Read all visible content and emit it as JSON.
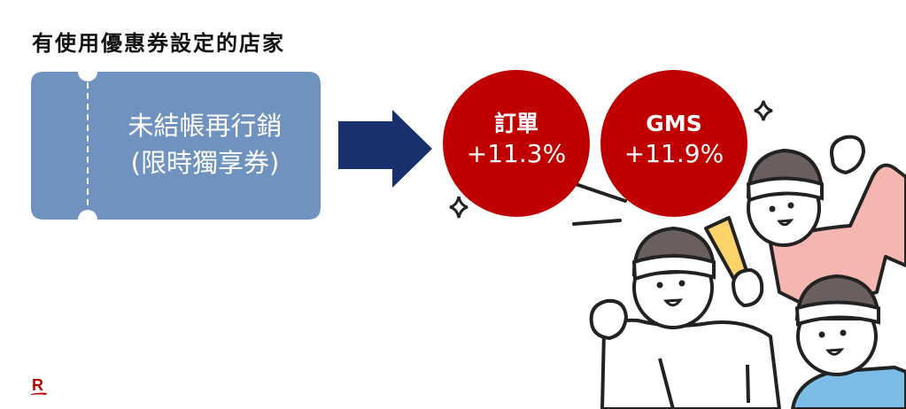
{
  "heading": "有使用優惠券設定的店家",
  "ticket": {
    "line1": "未結帳再行銷",
    "line2": "(限時獨享券)",
    "color": "#6f92bf"
  },
  "arrow": {
    "color": "#1a2f6e"
  },
  "metrics": [
    {
      "label": "訂單",
      "value": "+11.3%"
    },
    {
      "label": "GMS",
      "value": "+11.9%"
    }
  ],
  "colors": {
    "accent_red": "#c00000",
    "pink": "#f5b5b0",
    "blue": "#7bbde6",
    "yellow": "#fed36a",
    "hair": "#6a5f5e"
  },
  "logo": {
    "letter": "R"
  }
}
